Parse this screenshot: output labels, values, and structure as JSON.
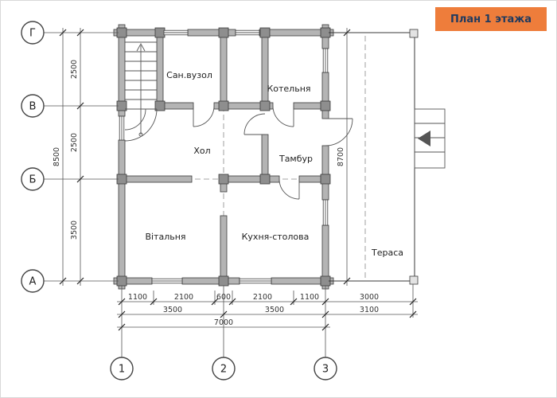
{
  "title": {
    "label": "План 1 этажа"
  },
  "axes": {
    "rows": [
      {
        "label": "Г"
      },
      {
        "label": "В"
      },
      {
        "label": "Б"
      },
      {
        "label": "А"
      }
    ],
    "cols": [
      {
        "label": "1"
      },
      {
        "label": "2"
      },
      {
        "label": "3"
      }
    ]
  },
  "rooms": [
    {
      "label": "Сан.вузол"
    },
    {
      "label": "Котельня"
    },
    {
      "label": "Хол"
    },
    {
      "label": "Тамбур"
    },
    {
      "label": "Вітальня"
    },
    {
      "label": "Кухня-столова"
    },
    {
      "label": "Тераса"
    }
  ],
  "dims": {
    "left_segments": [
      "2500",
      "2500",
      "3500"
    ],
    "left_total": "8500",
    "right_total": "8700",
    "bottom_row1": [
      "1100",
      "2100",
      "600",
      "2100",
      "1100",
      "3000"
    ],
    "bottom_row2": [
      "3500",
      "3500",
      "3100"
    ],
    "bottom_row3": [
      "7000"
    ]
  },
  "colors": {
    "accent_orange": "#EE7D3B",
    "title_text": "#1F3A5F",
    "wall_fill": "#b4b4b4",
    "line": "#3a3a3a"
  }
}
